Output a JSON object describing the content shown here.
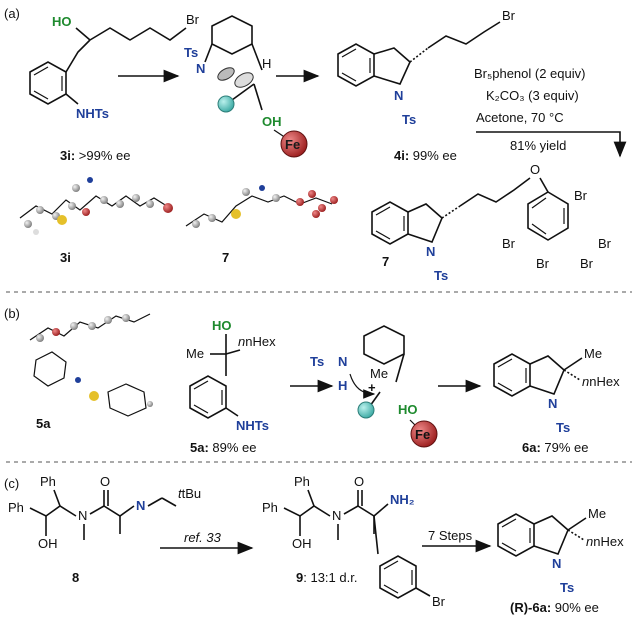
{
  "panels": {
    "a": "(a)",
    "b": "(b)",
    "c": "(c)"
  },
  "a": {
    "sub_ho": "HO",
    "sub_br": "Br",
    "sub_nhts": "NHTs",
    "sub_label_bold": "3i:",
    "sub_label_rest": " >99% ee",
    "ts_ts": "Ts",
    "ts_n": "N",
    "ts_h": "H",
    "ts_oh": "OH",
    "ts_fe": "Fe",
    "prod_br": "Br",
    "prod_n": "N",
    "prod_ts": "Ts",
    "prod_label_bold": "4i:",
    "prod_label_rest": " 99% ee",
    "cond1": "Br₅phenol (2 equiv)",
    "cond2": "K₂CO₃ (3 equiv)",
    "cond3": "Acetone, 70 °C",
    "cond4": "81% yield",
    "xray1_label": "3i",
    "xray2_label": "7",
    "p7_o": "O",
    "p7_br1": "Br",
    "p7_br2": "Br",
    "p7_br3": "Br",
    "p7_br4": "Br",
    "p7_br5": "Br",
    "p7_n": "N",
    "p7_ts": "Ts",
    "p7_label": "7"
  },
  "b": {
    "xray_label": "5a",
    "sub_ho": "HO",
    "sub_me": "Me",
    "sub_nhex": "nHex",
    "sub_nhts": "NHTs",
    "sub_label_bold": "5a:",
    "sub_label_rest": " 89% ee",
    "ts_ts": "Ts",
    "ts_n": "N",
    "ts_h": "H",
    "ts_me": "Me",
    "ts_plus": "+",
    "ts_ho": "HO",
    "ts_fe": "Fe",
    "prod_me": "Me",
    "prod_nhex": "nHex",
    "prod_n": "N",
    "prod_ts": "Ts",
    "prod_label_bold": "6a:",
    "prod_label_rest": " 79% ee"
  },
  "c": {
    "s8_ph1": "Ph",
    "s8_ph2": "Ph",
    "s8_oh": "OH",
    "s8_n1": "N",
    "s8_o": "O",
    "s8_n2": "N",
    "s8_tbu": "tBu",
    "s8_label": "8",
    "ref": "ref. 33",
    "s9_ph1": "Ph",
    "s9_ph2": "Ph",
    "s9_oh": "OH",
    "s9_n": "N",
    "s9_o": "O",
    "s9_nh2": "NH₂",
    "s9_br": "Br",
    "s9_label_bold": "9",
    "s9_label_rest": ": 13:1 d.r.",
    "steps": "7 Steps",
    "prod_me": "Me",
    "prod_nhex": "nHex",
    "prod_n": "N",
    "prod_ts": "Ts",
    "prod_label_bold": "(R)-6a:",
    "prod_label_rest": " 90% ee"
  }
}
